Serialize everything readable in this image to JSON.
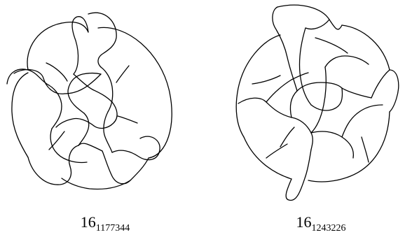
{
  "knots": [
    {
      "label_main": "16",
      "label_sub": "1177344"
    },
    {
      "label_main": "16",
      "label_sub": "1243226"
    }
  ],
  "colors": {
    "stroke": "#000000",
    "background": "#ffffff"
  }
}
